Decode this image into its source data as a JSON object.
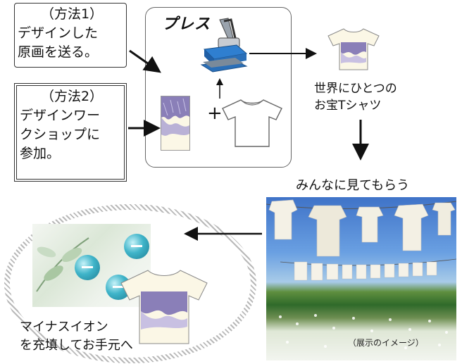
{
  "method1": {
    "title": "（方法1）",
    "lines": [
      "デザインした",
      "原画を送る。"
    ]
  },
  "method2": {
    "title": "（方法2）",
    "lines": [
      "デザインワー",
      "クショップに",
      "参加。"
    ]
  },
  "press": {
    "title": "プレス",
    "plus": "+"
  },
  "unique_shirt": {
    "lines": [
      "世界にひとつの",
      "お宝Tシャツ"
    ]
  },
  "display": {
    "label": "みんなに見てもらう",
    "caption": "（展示のイメージ）"
  },
  "ion": {
    "lines": [
      "マイナスイオン",
      "を充填してお手元へ"
    ]
  },
  "colors": {
    "design_purple": "#8a7fb8",
    "ion_teal": "#2f9fb5",
    "shirt_cream": "#fbf7e6"
  }
}
